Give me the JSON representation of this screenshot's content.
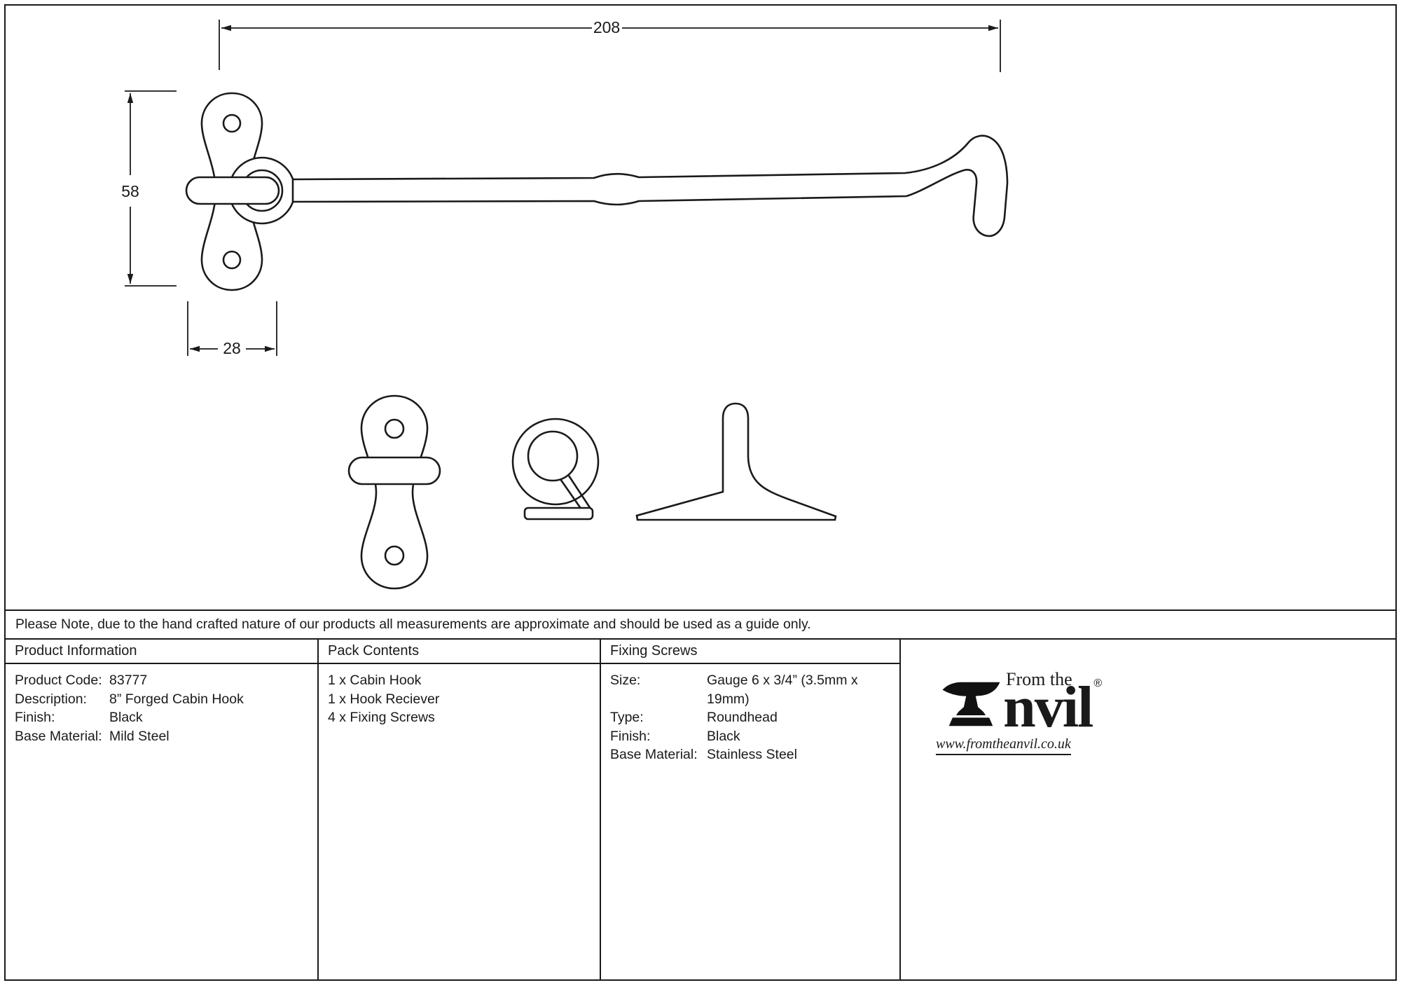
{
  "drawing": {
    "dim_length": "208",
    "dim_height": "58",
    "dim_width": "28"
  },
  "note": "Please Note, due to the hand crafted nature of our products all measurements are approximate and should be used as a guide only.",
  "table": {
    "product_info": {
      "header": "Product Information",
      "rows": [
        {
          "label": "Product Code:",
          "value": "83777"
        },
        {
          "label": "Description:",
          "value": "8” Forged Cabin Hook"
        },
        {
          "label": "Finish:",
          "value": "Black"
        },
        {
          "label": "Base Material:",
          "value": "Mild Steel"
        }
      ]
    },
    "pack_contents": {
      "header": "Pack Contents",
      "items": [
        "1 x Cabin Hook",
        "1 x Hook Reciever",
        "4 x Fixing Screws"
      ]
    },
    "fixing_screws": {
      "header": "Fixing Screws",
      "rows": [
        {
          "label": "Size:",
          "value": "Gauge 6 x 3/4” (3.5mm x 19mm)"
        },
        {
          "label": "Type:",
          "value": "Roundhead"
        },
        {
          "label": "Finish:",
          "value": "Black"
        },
        {
          "label": "Base Material:",
          "value": "Stainless Steel"
        }
      ]
    }
  },
  "logo": {
    "tagline": "From the",
    "brand_rest": "nvil",
    "registered": "®",
    "url": "www.fromtheanvil.co.uk"
  },
  "colors": {
    "ink": "#1a1a1a",
    "paper": "#ffffff"
  }
}
